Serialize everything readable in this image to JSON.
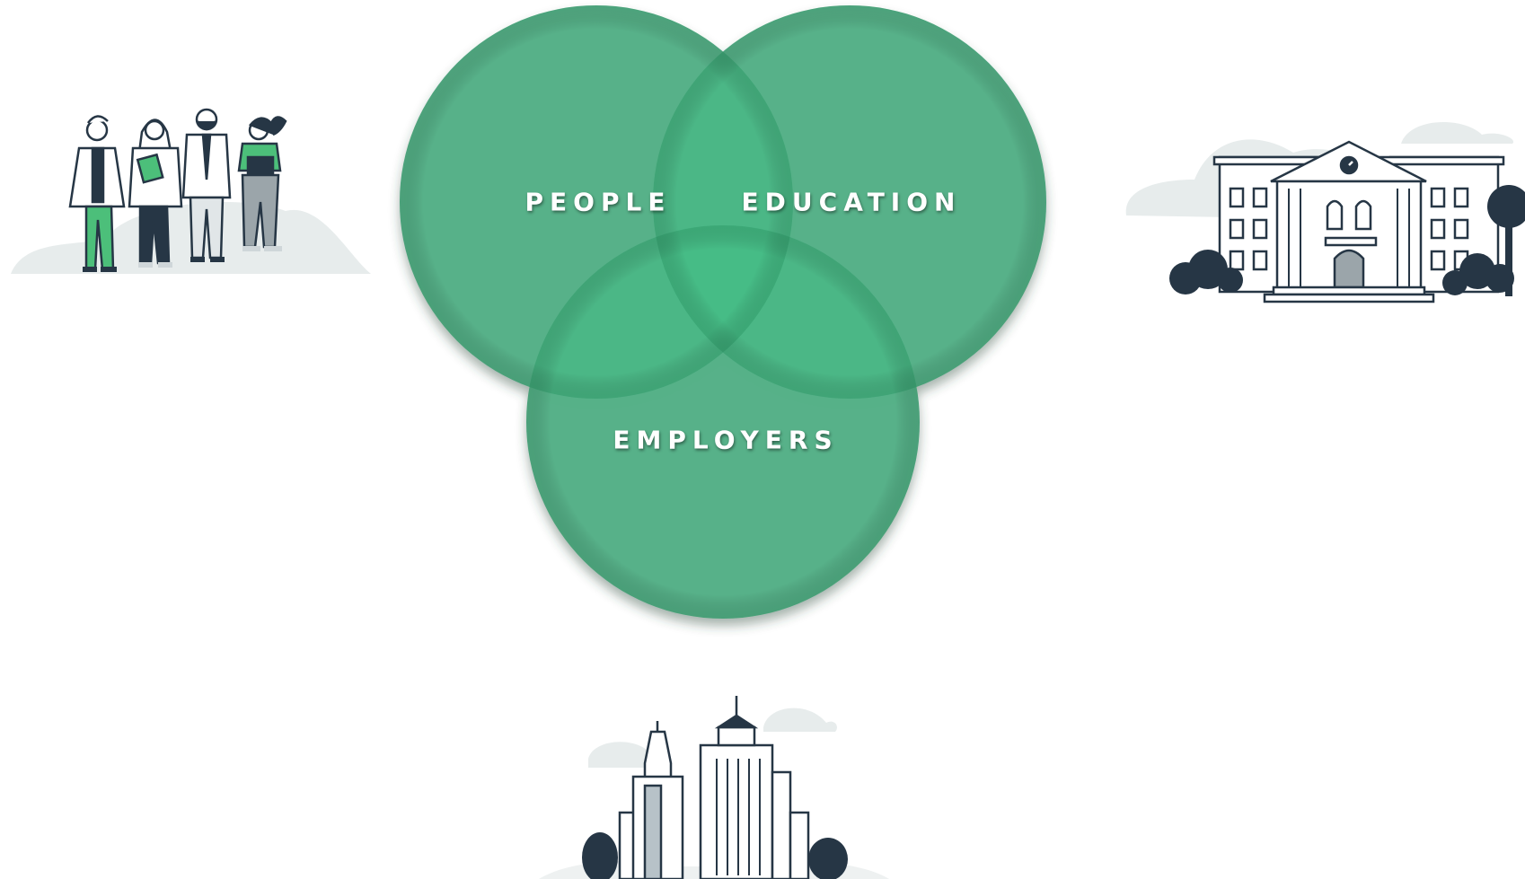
{
  "diagram": {
    "circles": [
      {
        "id": "people",
        "label": "PEOPLE"
      },
      {
        "id": "education",
        "label": "EDUCATION"
      },
      {
        "id": "employers",
        "label": "EMPLOYERS"
      }
    ],
    "colors": {
      "circle_fill": "#4fb084",
      "overlap_fill": "#3ec98a",
      "outline_dark": "#263645",
      "accent_green": "#4cbf7a",
      "cloud": "#e7ecec"
    }
  },
  "illustrations": {
    "people_group": "people-group-illustration",
    "school": "school-building-illustration",
    "city": "city-skyline-illustration"
  }
}
